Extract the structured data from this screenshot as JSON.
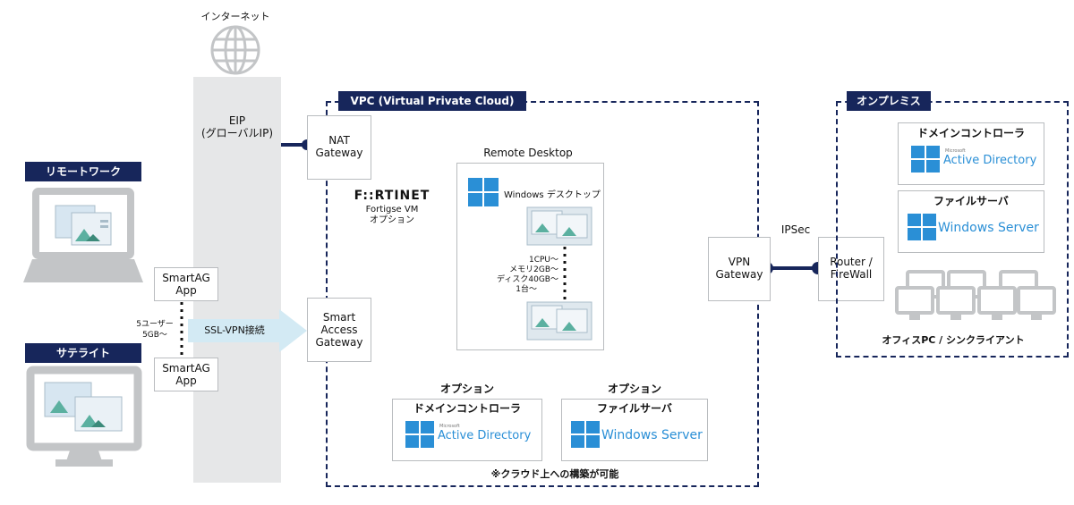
{
  "internet": {
    "label": "インターネット",
    "eip": "EIP",
    "eip_sub": "(グローバルIP)"
  },
  "left": {
    "remote_work": "リモートワーク",
    "satellite": "サテライト",
    "smartag_top": [
      "SmartAG",
      "App"
    ],
    "smartag_bottom": [
      "SmartAG",
      "App"
    ],
    "users": [
      "5ユーザー",
      "5GB〜"
    ],
    "ssl_vpn": "SSL-VPN接続"
  },
  "vpc": {
    "title": "VPC (Virtual Private Cloud)",
    "nat": [
      "NAT",
      "Gateway"
    ],
    "sag": [
      "Smart",
      "Access",
      "Gateway"
    ],
    "fortinet_logo": "F::RTINET",
    "fortigate": [
      "Fortigse VM",
      "オプション"
    ],
    "remote_desktop": "Remote Desktop",
    "windows_desktop": "Windows デスクトップ",
    "specs": [
      "1CPU〜",
      "メモリ2GB〜",
      "ディスク40GB〜",
      "1台〜"
    ],
    "option_dc": {
      "option": "オプション",
      "title": "ドメインコントローラ",
      "product": "Active Directory",
      "brand": "Microsoft"
    },
    "option_fs": {
      "option": "オプション",
      "title": "ファイルサーバ",
      "product": "Windows Server"
    },
    "note": "※クラウド上への構築が可能",
    "vpn_gateway": [
      "VPN",
      "Gateway"
    ]
  },
  "ipsec": "IPSec",
  "onprem": {
    "title": "オンプレミス",
    "router": [
      "Router /",
      "FireWall"
    ],
    "dc": {
      "title": "ドメインコントローラ",
      "product": "Active Directory",
      "brand": "Microsoft"
    },
    "fs": {
      "title": "ファイルサーバ",
      "product": "Windows Server"
    },
    "clients": "オフィスPC / シンクライアント"
  },
  "colors": {
    "navy": "#17265b",
    "gray_band": "#e6e7e8",
    "win_blue": "#2a8fd6",
    "arrow": "#d3eaf4"
  }
}
